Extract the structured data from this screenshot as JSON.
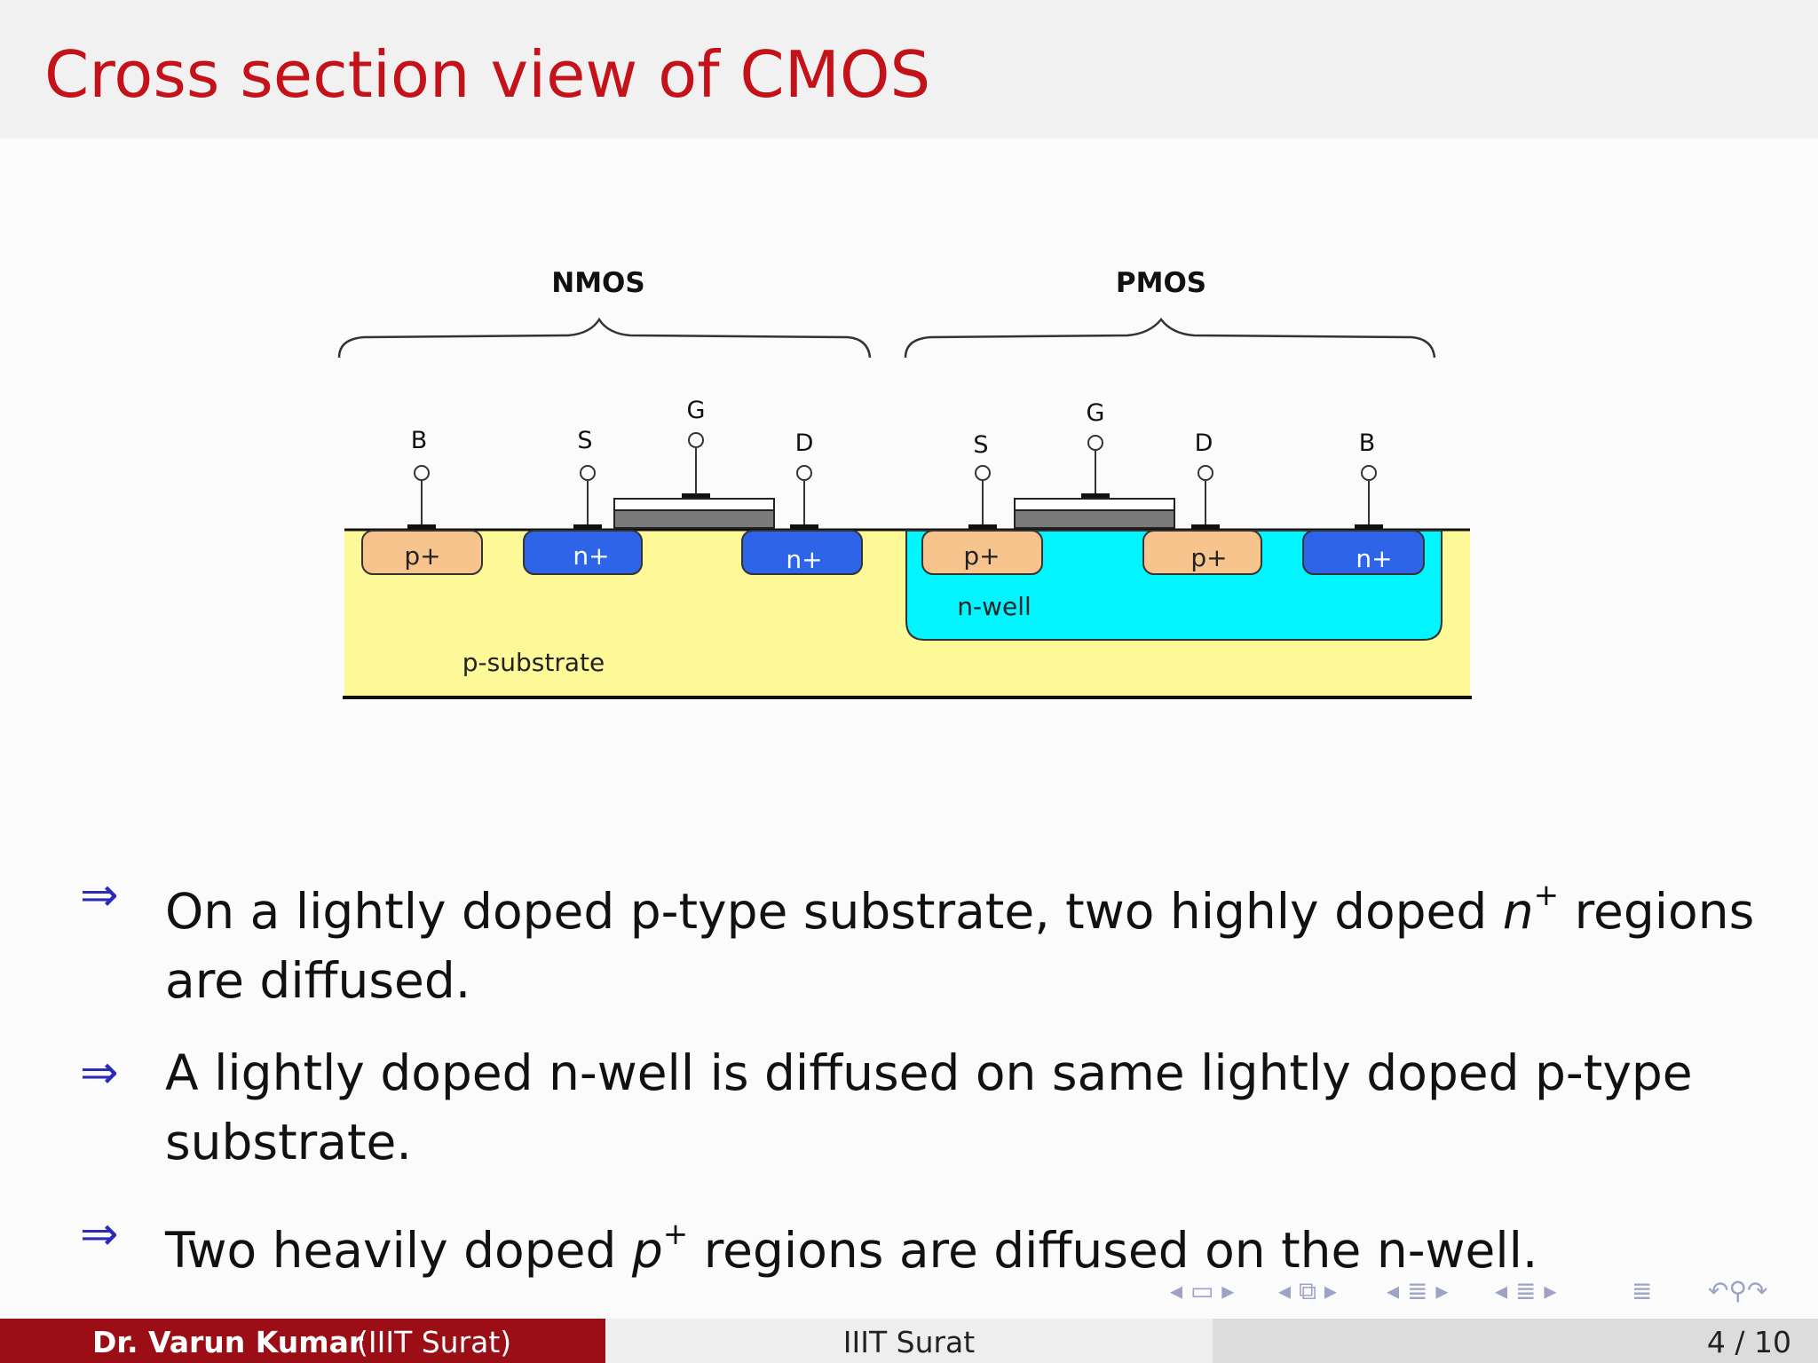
{
  "slide": {
    "title": "Cross section view of CMOS"
  },
  "diagram": {
    "nmos_label": "NMOS",
    "pmos_label": "PMOS",
    "nmos_terminals": [
      "B",
      "S",
      "G",
      "D"
    ],
    "pmos_terminals": [
      "S",
      "G",
      "D",
      "B"
    ],
    "nmos_regions": [
      "p+",
      "n+",
      "n+"
    ],
    "pmos_regions": [
      "p+",
      "p+",
      "n+"
    ],
    "nwell_label": "n-well",
    "substrate_label": "p-substrate",
    "colors": {
      "substrate": "#fdf898",
      "nwell": "#00f5ff",
      "n_plus": "#2d64e8",
      "p_plus": "#f8c48e"
    }
  },
  "bullets": [
    {
      "pre": "On a lightly doped p-type substrate, two highly doped ",
      "math": "n",
      "sup": "+",
      "post": " regions are diffused."
    },
    {
      "pre": "A lightly doped n-well is diffused on same lightly doped p-type substrate.",
      "math": "",
      "sup": "",
      "post": ""
    },
    {
      "pre": "Two heavily doped ",
      "math": "p",
      "sup": "+",
      "post": " regions are diffused on the n-well."
    }
  ],
  "bullet_symbol": "⇒",
  "footer": {
    "author": "Dr. Varun Kumar",
    "institute_short": "(IIIT Surat)",
    "center": "IIIT Surat",
    "page": "4 / 10"
  }
}
